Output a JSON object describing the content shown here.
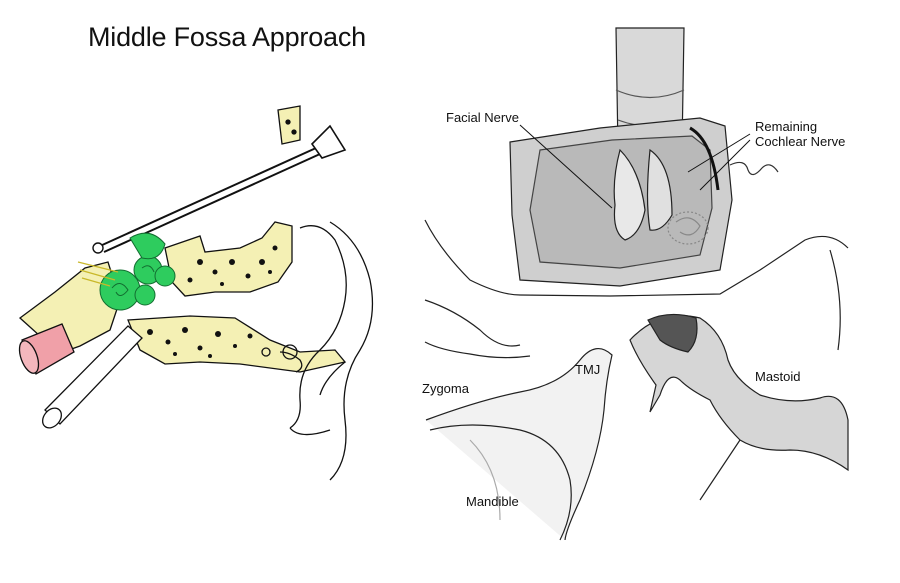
{
  "title": "Middle Fossa Approach",
  "labels": {
    "facial_nerve": "Facial Nerve",
    "remaining_cochlear_line1": "Remaining",
    "remaining_cochlear_line2": "Cochlear Nerve",
    "zygoma": "Zygoma",
    "tmj": "TMJ",
    "mastoid": "Mastoid",
    "mandible": "Mandible"
  },
  "colors": {
    "bone": "#f4f0b4",
    "inner_ear": "#2ecc5e",
    "canal": "#f0a0a8",
    "ink": "#111111"
  }
}
